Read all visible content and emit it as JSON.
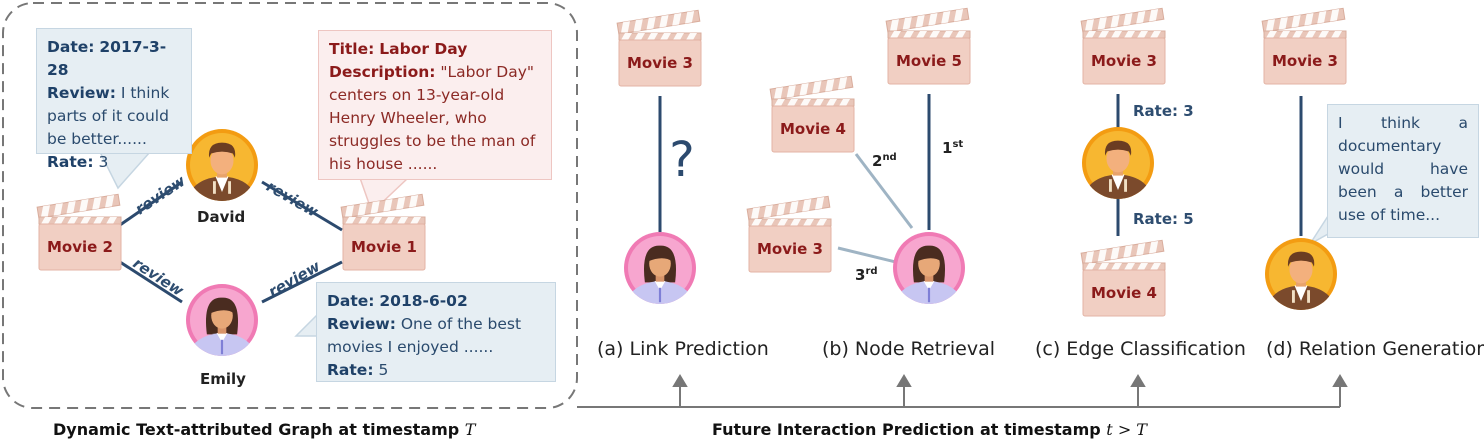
{
  "graph": {
    "users": [
      {
        "name": "David"
      },
      {
        "name": "Emily"
      }
    ],
    "movies": [
      {
        "id": "m2",
        "label": "Movie 2"
      },
      {
        "id": "m1",
        "label": "Movie 1"
      }
    ],
    "edge_label": "review",
    "review_david": {
      "date_label": "Date:",
      "date": "2017-3-28",
      "review_label": "Review:",
      "review": "I think parts of it could be better......",
      "rate_label": "Rate:",
      "rate": "3"
    },
    "review_emily": {
      "date_label": "Date:",
      "date": "2018-6-02",
      "review_label": "Review:",
      "review": "One of the best movies I enjoyed ......",
      "rate_label": "Rate:",
      "rate": "5"
    },
    "movie_info": {
      "title_label": "Title:",
      "title": "Labor Day",
      "desc_label": "Description:",
      "description": "\"Labor Day\" centers on 13-year-old Henry Wheeler, who struggles to be the man of his house ......"
    },
    "footer_text": "Dynamic Text-attributed Graph at timestamp",
    "footer_var": "T"
  },
  "tasks": {
    "link_prediction": {
      "caption": "(a) Link Prediction",
      "movie": "Movie 3",
      "symbol": "?"
    },
    "node_retrieval": {
      "caption": "(b) Node Retrieval",
      "movies": [
        "Movie 5",
        "Movie 4",
        "Movie 3"
      ],
      "ranks": [
        {
          "num": "1",
          "suffix": "st"
        },
        {
          "num": "2",
          "suffix": "nd"
        },
        {
          "num": "3",
          "suffix": "rd"
        }
      ]
    },
    "edge_classification": {
      "caption": "(c) Edge Classification",
      "movies": [
        "Movie 3",
        "Movie 4"
      ],
      "rates": [
        "Rate: 3",
        "Rate: 5"
      ]
    },
    "relation_generation": {
      "caption": "(d) Relation Generation",
      "movie": "Movie 3",
      "text": "I think a documentary would have been a better use of time..."
    },
    "footer_text": "Future Interaction Prediction at timestamp",
    "footer_math": "t > T"
  },
  "colors": {
    "edge": "#2c4a6e",
    "dashed_border": "#777777",
    "clapper_fill": "#f1cfc3",
    "clapper_text": "#8b1a1a",
    "retrieval_line": "#9fb4c4"
  }
}
